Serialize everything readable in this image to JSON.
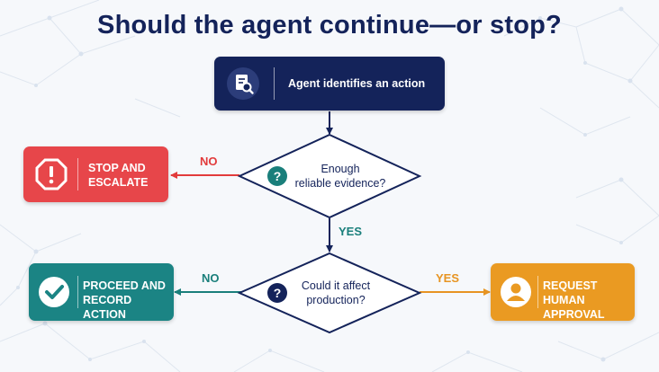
{
  "title": "Should the agent continue—or stop?",
  "start": {
    "label": "Agent identifies an action",
    "icon": "document-search-icon"
  },
  "decision1": {
    "lines": [
      "Enough",
      "reliable evidence?"
    ],
    "icon": "question-icon"
  },
  "decision2": {
    "lines": [
      "Could it affect",
      "production?"
    ],
    "icon": "question-icon"
  },
  "stop": {
    "lines": [
      "STOP AND",
      "ESCALATE"
    ],
    "icon": "exclamation-octagon-icon"
  },
  "proceed": {
    "lines": [
      "PROCEED AND",
      "RECORD ACTION"
    ],
    "icon": "check-circle-icon"
  },
  "approval": {
    "lines": [
      "REQUEST HUMAN",
      "APPROVAL"
    ],
    "icon": "person-icon"
  },
  "edges": {
    "d1_no": "NO",
    "d1_yes": "YES",
    "d2_no": "NO",
    "d2_yes": "YES"
  },
  "colors": {
    "navy": "#14235a",
    "stop": "#e7464a",
    "proceed": "#1b8484",
    "approval": "#ea9a22",
    "no_red": "#e23b3b",
    "yes_teal": "#1a7f7b",
    "yes_orange": "#e79422"
  }
}
